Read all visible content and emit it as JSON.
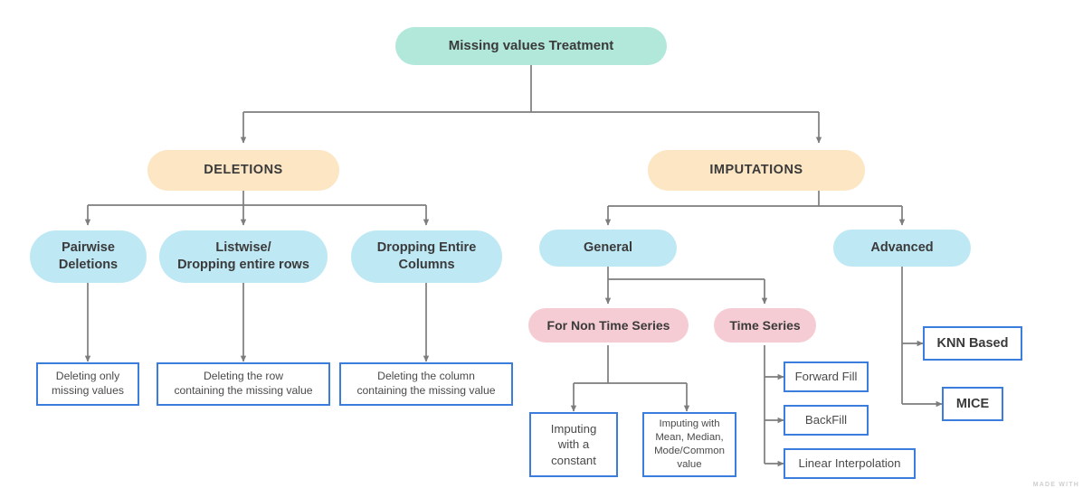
{
  "diagram": {
    "title": "Missing values Treatment",
    "watermark": "MADE WITH",
    "colors": {
      "root_fill": "#b2e8da",
      "category_fill": "#fce6c4",
      "blue_fill": "#bfe8f5",
      "pink_fill": "#f6ccd4",
      "rect_border": "#3b7ddd",
      "connector": "#7d7d7d",
      "text": "#3d3d3d",
      "background": "#ffffff"
    },
    "nodes": {
      "root": "Missing values Treatment",
      "deletions": "DELETIONS",
      "imputations": "IMPUTATIONS",
      "pairwise_deletions": "Pairwise\nDeletions",
      "pairwise_deletions_l1": "Pairwise",
      "pairwise_deletions_l2": "Deletions",
      "listwise_l1": "Listwise/",
      "listwise_l2": "Dropping entire rows",
      "dropping_columns_l1": "Dropping Entire",
      "dropping_columns_l2": "Columns",
      "deleting_only_l1": "Deleting only",
      "deleting_only_l2": "missing values",
      "deleting_row_l1": "Deleting the row",
      "deleting_row_l2": "containing the missing value",
      "deleting_column_l1": "Deleting the column",
      "deleting_column_l2": "containing the missing value",
      "general": "General",
      "advanced": "Advanced",
      "non_time_series": "For Non Time Series",
      "time_series": "Time Series",
      "imputing_constant_l1": "Imputing",
      "imputing_constant_l2": "with a",
      "imputing_constant_l3": "constant",
      "imputing_stats_l1": "Imputing with",
      "imputing_stats_l2": "Mean, Median,",
      "imputing_stats_l3": "Mode/Common",
      "imputing_stats_l4": "value",
      "forward_fill": "Forward Fill",
      "backfill": "BackFill",
      "linear_interpolation": "Linear Interpolation",
      "knn_based": "KNN Based",
      "mice": "MICE"
    }
  }
}
